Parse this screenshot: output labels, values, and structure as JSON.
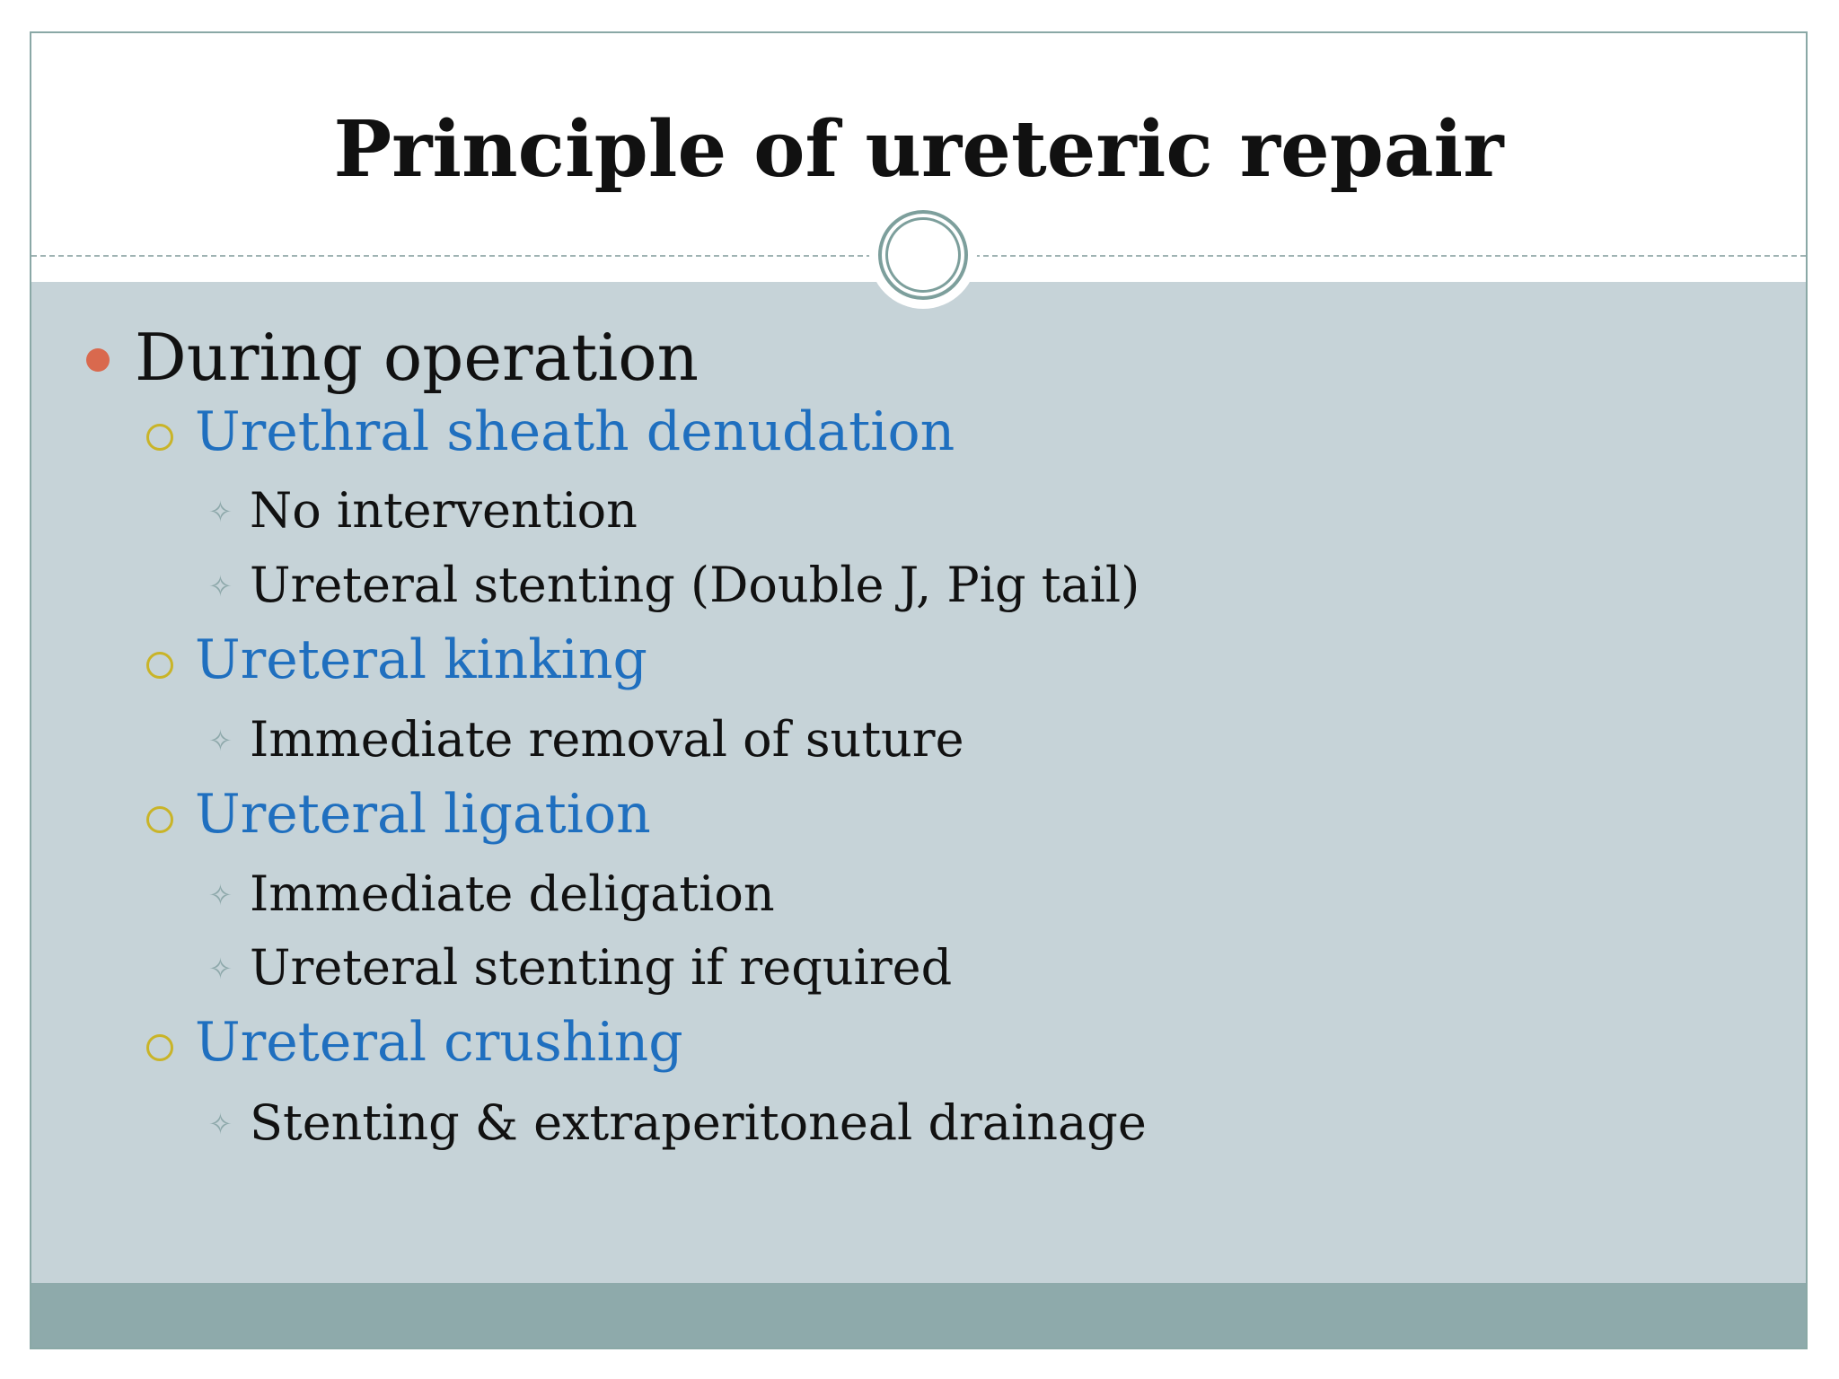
{
  "slide": {
    "title": "Principle of ureteric repair",
    "level1": {
      "label": "During operation"
    },
    "items": [
      {
        "label": "Urethral sheath denudation",
        "subitems": [
          "No intervention",
          "Ureteral stenting (Double J, Pig tail)"
        ]
      },
      {
        "label": "Ureteral kinking",
        "subitems": [
          "Immediate removal of suture"
        ]
      },
      {
        "label": "Ureteral ligation",
        "subitems": [
          "Immediate deligation",
          "Ureteral stenting  if required"
        ]
      },
      {
        "label": "Ureteral crushing",
        "subitems": [
          "Stenting & extraperitoneal drainage"
        ]
      }
    ]
  },
  "colors": {
    "content_background": "#c6d3d8",
    "footer_band": "#8eaaab",
    "level1_bullet": "#d9694e",
    "level2_text": "#1f6fbf",
    "level2_bullet": "#c9b428",
    "level3_bullet": "#8da8aa",
    "ornament": "#7d9f9c"
  },
  "icons": {
    "level1_bullet": "filled-circle-bullet-icon",
    "level2_bullet": "hollow-circle-bullet-icon",
    "level3_bullet": "four-point-star-bullet-icon",
    "ornament": "double-ring-ornament-icon"
  }
}
